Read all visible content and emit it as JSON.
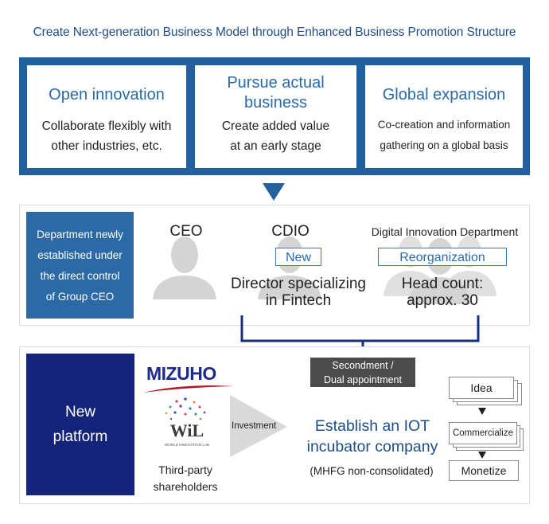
{
  "title": "Create Next-generation Business Model through Enhanced Business Promotion Structure",
  "pillars": [
    {
      "title_lines": [
        "Open innovation"
      ],
      "desc_lines": [
        "Collaborate flexibly with",
        "other industries, etc."
      ]
    },
    {
      "title_lines": [
        "Pursue actual",
        "business"
      ],
      "desc_lines": [
        "Create added value",
        "at an early stage"
      ]
    },
    {
      "title_lines": [
        "Global expansion"
      ],
      "desc_lines": [
        "Co-creation and information",
        "gathering on a global basis"
      ]
    }
  ],
  "org": {
    "dept_lines": [
      "Department newly",
      "established under",
      "the direct control",
      "of Group CEO"
    ],
    "ceo": "CEO",
    "cdio": "CDIO",
    "cdio_tag": "New",
    "cdio_desc_lines": [
      "Director specializing",
      "in Fintech"
    ],
    "did_title": "Digital Innovation Department",
    "did_tag": "Reorganization",
    "did_desc_lines": [
      "Head count:",
      "approx. 30"
    ]
  },
  "platform": {
    "label_lines": [
      "New",
      "platform"
    ],
    "mizuho": "MIZUHO",
    "wil_logo": "WiL",
    "wil_sub": "WORLD INNOVATION LAB",
    "third_party_lines": [
      "Third-party",
      "shareholders"
    ],
    "investment": "Investment",
    "secondment_lines": [
      "Secondment /",
      "Dual appointment"
    ],
    "iot_lines": [
      "Establish an IOT",
      "incubator company"
    ],
    "consolidation": "(MHFG non-consolidated)",
    "steps": [
      "Idea",
      "Commercialize",
      "Monetize"
    ]
  },
  "colors": {
    "band_blue": "#2460a0",
    "pillar_title_blue": "#2a6aa8",
    "dept_blue": "#2b6aa6",
    "platform_navy": "#14247a",
    "connector_navy": "#1a2f7a",
    "secondment_gray": "#4b4b4b",
    "silhouette_gray": "#d4d4d4"
  }
}
